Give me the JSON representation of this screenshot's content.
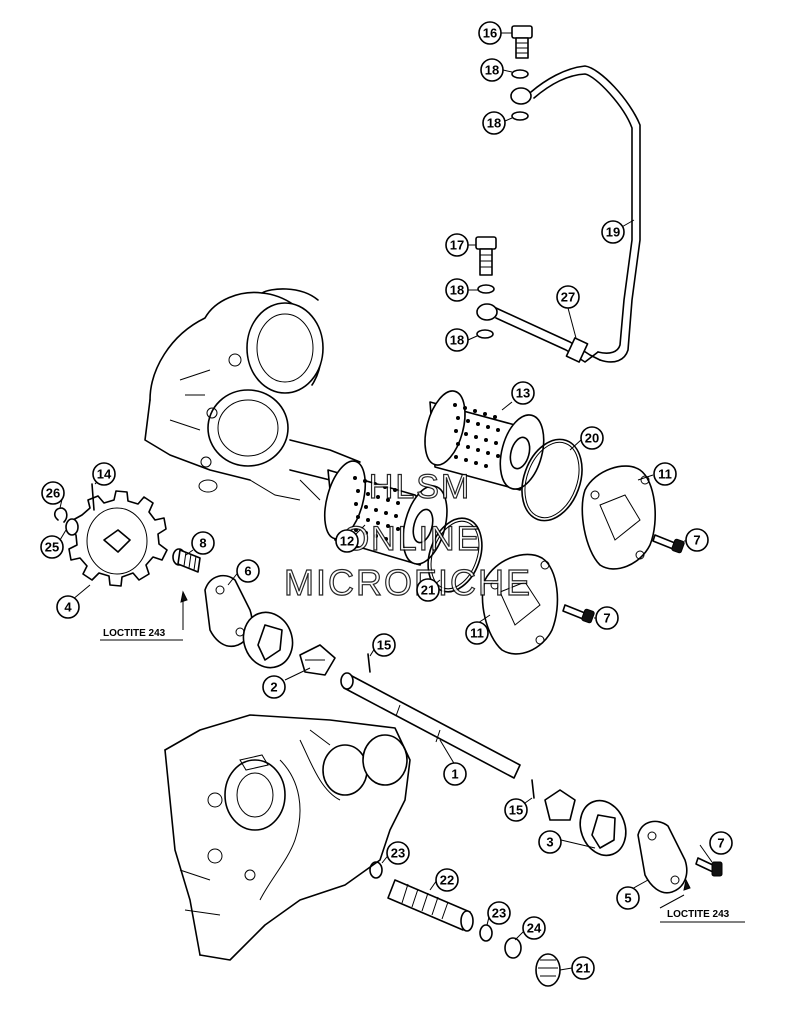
{
  "callouts": [
    {
      "id": "c16a",
      "label": "16"
    },
    {
      "id": "c18a",
      "label": "18"
    },
    {
      "id": "c18b",
      "label": "18"
    },
    {
      "id": "c19",
      "label": "19"
    },
    {
      "id": "c17",
      "label": "17"
    },
    {
      "id": "c18c",
      "label": "18"
    },
    {
      "id": "c27",
      "label": "27"
    },
    {
      "id": "c18d",
      "label": "18"
    },
    {
      "id": "c13",
      "label": "13"
    },
    {
      "id": "c20",
      "label": "20"
    },
    {
      "id": "c11a",
      "label": "11"
    },
    {
      "id": "c7a",
      "label": "7"
    },
    {
      "id": "c14",
      "label": "14"
    },
    {
      "id": "c26",
      "label": "26"
    },
    {
      "id": "c25",
      "label": "25"
    },
    {
      "id": "c4",
      "label": "4"
    },
    {
      "id": "c8",
      "label": "8"
    },
    {
      "id": "c6",
      "label": "6"
    },
    {
      "id": "c12",
      "label": "12"
    },
    {
      "id": "c21a",
      "label": "21"
    },
    {
      "id": "c11b",
      "label": "11"
    },
    {
      "id": "c7b",
      "label": "7"
    },
    {
      "id": "c2",
      "label": "2"
    },
    {
      "id": "c15a",
      "label": "15"
    },
    {
      "id": "c1",
      "label": "1"
    },
    {
      "id": "c15b",
      "label": "15"
    },
    {
      "id": "c3",
      "label": "3"
    },
    {
      "id": "c7c",
      "label": "7"
    },
    {
      "id": "c5",
      "label": "5"
    },
    {
      "id": "c23a",
      "label": "23"
    },
    {
      "id": "c22",
      "label": "22"
    },
    {
      "id": "c23b",
      "label": "23"
    },
    {
      "id": "c24",
      "label": "24"
    },
    {
      "id": "c21b",
      "label": "21"
    }
  ],
  "notes": {
    "loctite_left": "LOCTITE 243",
    "loctite_right": "LOCTITE 243"
  },
  "watermark": {
    "line1": "HLSM",
    "line2": "ONLINE",
    "line3": "MICROFICHE"
  }
}
